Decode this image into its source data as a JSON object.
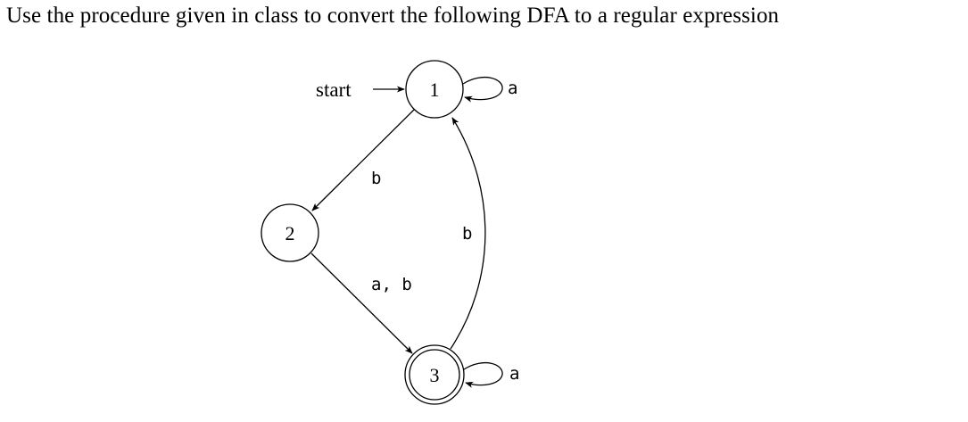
{
  "prompt": "Use the procedure given in class to convert the following DFA to a regular expression",
  "diagram": {
    "start_label": "start",
    "states": [
      {
        "id": "1",
        "label": "1",
        "start": true,
        "accepting": false
      },
      {
        "id": "2",
        "label": "2",
        "start": false,
        "accepting": false
      },
      {
        "id": "3",
        "label": "3",
        "start": false,
        "accepting": true
      }
    ],
    "transitions": [
      {
        "from": "1",
        "to": "1",
        "label": "a"
      },
      {
        "from": "1",
        "to": "2",
        "label": "b"
      },
      {
        "from": "2",
        "to": "3",
        "label": "a, b"
      },
      {
        "from": "3",
        "to": "1",
        "label": "b"
      },
      {
        "from": "3",
        "to": "3",
        "label": "a"
      }
    ]
  }
}
